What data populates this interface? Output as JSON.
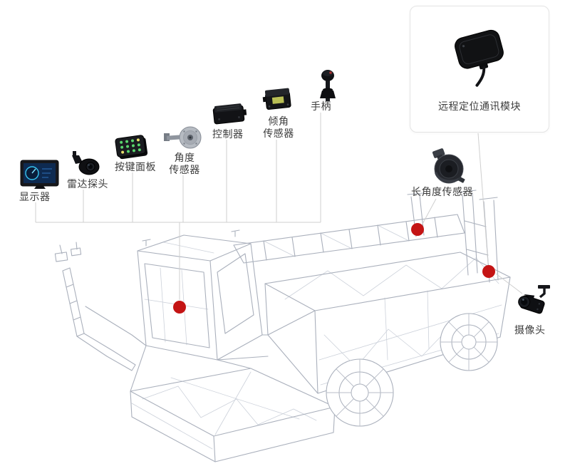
{
  "diagram": {
    "labels": {
      "display": "显示器",
      "radar_probe": "雷达探头",
      "keypad": "按键面板",
      "angle_sensor": "角度\n传感器",
      "controller": "控制器",
      "tilt_sensor": "倾角\n传感器",
      "handle": "手柄",
      "remote_module": "远程定位通讯模块",
      "long_angle_sensor": "长角度传感器",
      "camera": "摄像头"
    },
    "colors": {
      "marker_red": "#c41414",
      "connector_line": "#cfcfcf",
      "wireframe": "#aab0bc",
      "wireframe_light": "#ccd1da",
      "text": "#3c3c3c",
      "module_box_border": "#e4e4e4",
      "keypad_dot_green": "#59d66d"
    }
  }
}
